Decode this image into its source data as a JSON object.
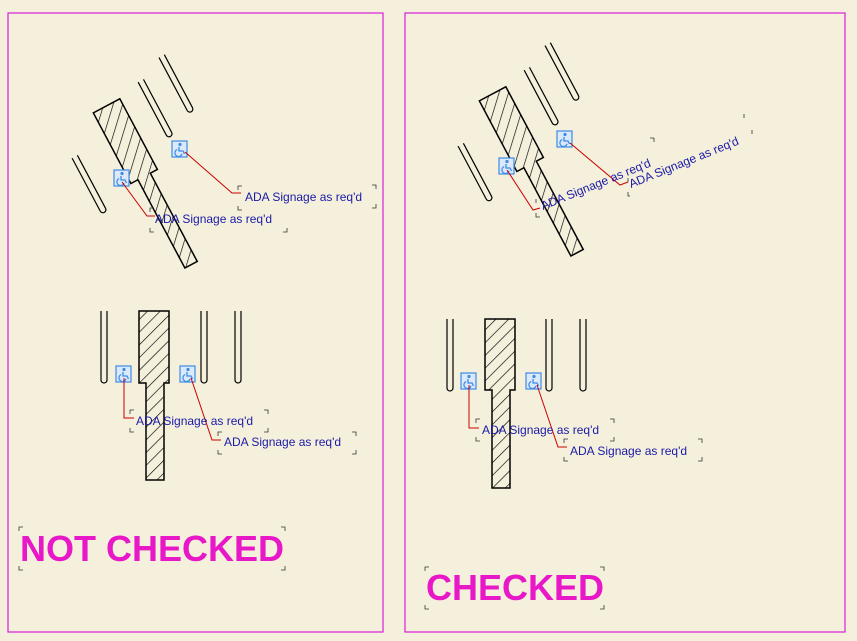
{
  "colors": {
    "background": "#f5f0dc",
    "panel_border": "#d81fd8",
    "title": "#e817c8",
    "label": "#1a1aa8",
    "leader": "#cc0000",
    "icon": "#3c8be6"
  },
  "left_panel": {
    "title": "NOT CHECKED",
    "top_group": {
      "label_a": "ADA Signage as req'd",
      "label_b": "ADA Signage as req'd",
      "icons": [
        "accessible-parking-icon",
        "accessible-parking-icon"
      ]
    },
    "bottom_group": {
      "label_a": "ADA Signage as req'd",
      "label_b": "ADA Signage as req'd",
      "icons": [
        "accessible-parking-icon",
        "accessible-parking-icon"
      ]
    }
  },
  "right_panel": {
    "title": "CHECKED",
    "top_group": {
      "label_a": "ADA Signage as req'd",
      "label_b": "ADA Signage as req'd",
      "icons": [
        "accessible-parking-icon",
        "accessible-parking-icon"
      ]
    },
    "bottom_group": {
      "label_a": "ADA Signage as req'd",
      "label_b": "ADA Signage as req'd",
      "icons": [
        "accessible-parking-icon",
        "accessible-parking-icon"
      ]
    }
  }
}
